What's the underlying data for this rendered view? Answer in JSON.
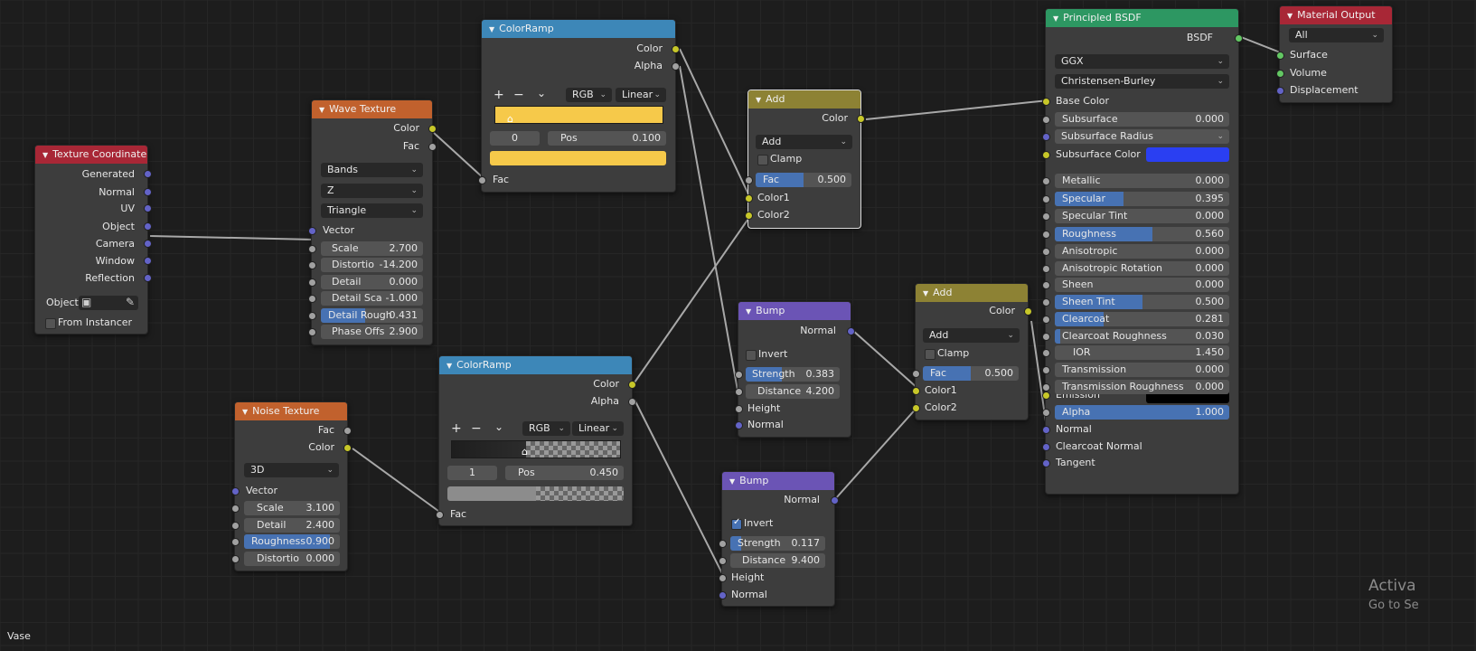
{
  "editor": {
    "material_name": "Vase",
    "watermark_line1": "Activa",
    "watermark_line2": "Go to Se"
  },
  "texture_coordinate": {
    "title": "Texture Coordinate",
    "outputs": [
      "Generated",
      "Normal",
      "UV",
      "Object",
      "Camera",
      "Window",
      "Reflection"
    ],
    "object_label": "Object",
    "from_instancer_label": "From Instancer"
  },
  "wave_texture": {
    "title": "Wave Texture",
    "outputs": [
      "Color",
      "Fac"
    ],
    "wave_type": "Bands",
    "direction": "Z",
    "profile": "Triangle",
    "vector_label": "Vector",
    "fields": [
      {
        "label": "Scale",
        "value": "2.700"
      },
      {
        "label": "Distortio",
        "value": "-14.200"
      },
      {
        "label": "Detail",
        "value": "0.000"
      },
      {
        "label": "Detail Sca",
        "value": "-1.000"
      },
      {
        "label": "Detail Rough",
        "value": "0.431",
        "fill": 0.431
      },
      {
        "label": "Phase Offs",
        "value": "2.900"
      }
    ]
  },
  "noise_texture": {
    "title": "Noise Texture",
    "outputs": [
      "Fac",
      "Color"
    ],
    "dimensions": "3D",
    "vector_label": "Vector",
    "fields": [
      {
        "label": "Scale",
        "value": "3.100"
      },
      {
        "label": "Detail",
        "value": "2.400"
      },
      {
        "label": "Roughness",
        "value": "0.900",
        "fill": 0.9
      },
      {
        "label": "Distortio",
        "value": "0.000"
      }
    ]
  },
  "colorramp_1": {
    "title": "ColorRamp",
    "outputs": [
      "Color",
      "Alpha"
    ],
    "add": "+",
    "remove": "−",
    "menu": "⌄",
    "mode": "RGB",
    "interpolation": "Linear",
    "index": "0",
    "pos_label": "Pos",
    "pos_value": "0.100",
    "input": "Fac",
    "color": "#f6c94a"
  },
  "colorramp_2": {
    "title": "ColorRamp",
    "outputs": [
      "Color",
      "Alpha"
    ],
    "add": "+",
    "remove": "−",
    "menu": "⌄",
    "mode": "RGB",
    "interpolation": "Linear",
    "index": "1",
    "pos_label": "Pos",
    "pos_value": "0.450",
    "input": "Fac"
  },
  "add_1": {
    "title": "Add",
    "output": "Color",
    "operation": "Add",
    "clamp_label": "Clamp",
    "fac_label": "Fac",
    "fac_value": "0.500",
    "fac": 0.5,
    "inputs": [
      "Color1",
      "Color2"
    ]
  },
  "add_2": {
    "title": "Add",
    "output": "Color",
    "operation": "Add",
    "clamp_label": "Clamp",
    "fac_label": "Fac",
    "fac_value": "0.500",
    "fac": 0.5,
    "inputs": [
      "Color1",
      "Color2"
    ]
  },
  "bump_1": {
    "title": "Bump",
    "output": "Normal",
    "invert_label": "Invert",
    "invert": false,
    "strength_label": "Strength",
    "strength_value": "0.383",
    "strength": 0.383,
    "distance_label": "Distance",
    "distance_value": "4.200",
    "inputs": [
      "Height",
      "Normal"
    ]
  },
  "bump_2": {
    "title": "Bump",
    "output": "Normal",
    "invert_label": "Invert",
    "invert": true,
    "strength_label": "Strength",
    "strength_value": "0.117",
    "strength": 0.117,
    "distance_label": "Distance",
    "distance_value": "9.400",
    "inputs": [
      "Height",
      "Normal"
    ]
  },
  "principled": {
    "title": "Principled BSDF",
    "output": "BSDF",
    "distribution": "GGX",
    "subsurface_method": "Christensen-Burley",
    "base_color_label": "Base Color",
    "subsurface": {
      "label": "Subsurface",
      "value": "0.000"
    },
    "subsurface_radius": "Subsurface Radius",
    "subsurface_color_label": "Subsurface Color",
    "subsurface_color": "#2a3ff2",
    "fields": [
      {
        "label": "Metallic",
        "value": "0.000",
        "fill": 0
      },
      {
        "label": "Specular",
        "value": "0.395",
        "fill": 0.395
      },
      {
        "label": "Specular Tint",
        "value": "0.000",
        "fill": 0
      },
      {
        "label": "Roughness",
        "value": "0.560",
        "fill": 0.56
      },
      {
        "label": "Anisotropic",
        "value": "0.000",
        "fill": 0
      },
      {
        "label": "Anisotropic Rotation",
        "value": "0.000",
        "fill": 0
      },
      {
        "label": "Sheen",
        "value": "0.000",
        "fill": 0
      },
      {
        "label": "Sheen Tint",
        "value": "0.500",
        "fill": 0.5
      },
      {
        "label": "Clearcoat",
        "value": "0.281",
        "fill": 0.281
      },
      {
        "label": "Clearcoat Roughness",
        "value": "0.030",
        "fill": 0.03
      },
      {
        "label": "IOR",
        "value": "1.450",
        "fill": 0
      },
      {
        "label": "Transmission",
        "value": "0.000",
        "fill": 0
      },
      {
        "label": "Transmission Roughness",
        "value": "0.000",
        "fill": 0
      }
    ],
    "emission_label": "Emission",
    "emission_color": "#000000",
    "alpha": {
      "label": "Alpha",
      "value": "1.000",
      "fill": 1
    },
    "vector_inputs": [
      "Normal",
      "Clearcoat Normal",
      "Tangent"
    ]
  },
  "material_output": {
    "title": "Material Output",
    "target": "All",
    "inputs": [
      "Surface",
      "Volume",
      "Displacement"
    ]
  },
  "colors": {
    "accent": "#4772b3",
    "canvas": "#1d1d1d",
    "node": "#3d3d3d"
  }
}
